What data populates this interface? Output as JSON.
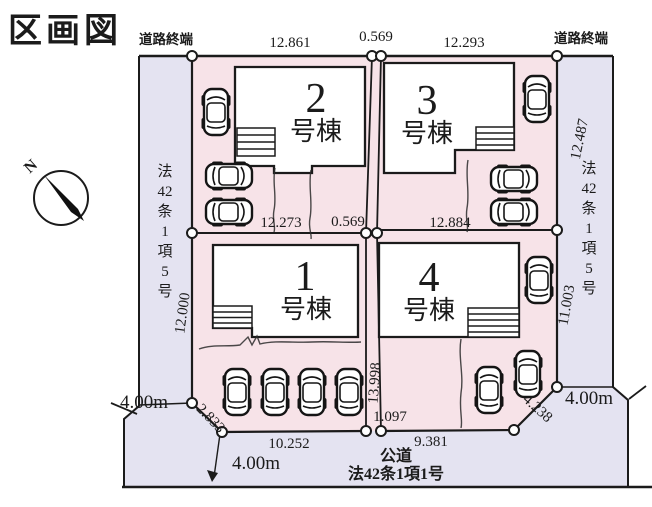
{
  "title": "区画図",
  "compass": {
    "north_label": "N"
  },
  "colors": {
    "road_fill": "#e4e3f1",
    "lot_fill": "#f7e3e8",
    "building_fill": "#ffffff",
    "line": "#1b1b1b"
  },
  "roads": {
    "end_left": "道路終端",
    "end_right": "道路終端",
    "law_left": [
      "法",
      "42",
      "条",
      "1",
      "項",
      "5",
      "号"
    ],
    "law_right": [
      "法",
      "42",
      "条",
      "1",
      "項",
      "5",
      "号"
    ],
    "public_road": "公道",
    "public_road_law": "法42条1項1号",
    "width_left": "4.00m",
    "width_bottom": "4.00m",
    "width_right": "4.00m"
  },
  "dimensions_m": {
    "top_left_lot": "12.861",
    "top_gap": "0.569",
    "top_right_lot": "12.293",
    "right_upper": "12.487",
    "right_lower": "11.003",
    "left_side": "12.000",
    "mid_left_lot": "12.273",
    "mid_gap": "0.569",
    "mid_right_lot": "12.884",
    "center_vertical": "13.998",
    "bottom_gap": "1.097",
    "corner_left": "2.833",
    "corner_right": "4.238",
    "bottom_left_lot": "10.252",
    "bottom_right_lot": "9.381"
  },
  "buildings": [
    {
      "number": "1",
      "suffix": "号棟"
    },
    {
      "number": "2",
      "suffix": "号棟"
    },
    {
      "number": "3",
      "suffix": "号棟"
    },
    {
      "number": "4",
      "suffix": "号棟"
    }
  ],
  "parking_car_count": 13
}
